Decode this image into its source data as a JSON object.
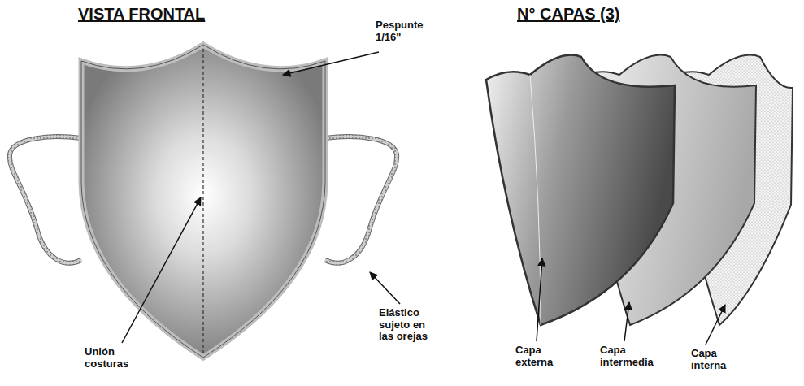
{
  "diagram": {
    "labels": [
      "VISTA FRONTAL",
      "N° CAPAS (3)",
      "Pespunte 1/16\"",
      "Unión costuras",
      "Elástico sujeto en las orejas",
      "Capa externa",
      "Capa intermedia",
      "Capa interna"
    ]
  }
}
